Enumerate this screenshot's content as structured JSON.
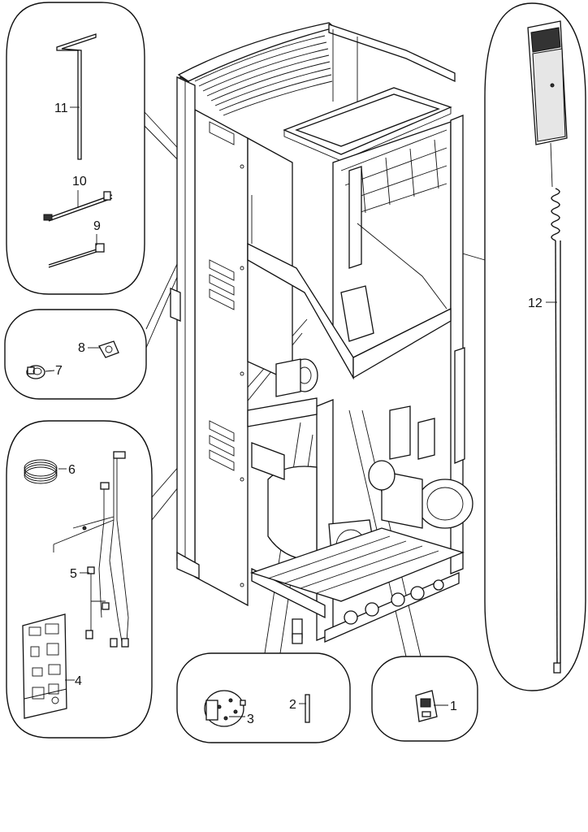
{
  "diagram": {
    "callouts": {
      "c1": "1",
      "c2": "2",
      "c3": "3",
      "c4": "4",
      "c5": "5",
      "c6": "6",
      "c7": "7",
      "c8": "8",
      "c9": "9",
      "c10": "10",
      "c11": "11",
      "c12": "12"
    },
    "colors": {
      "line": "#111111",
      "background": "#ffffff",
      "panel_fill": "#e6e6e6"
    }
  }
}
